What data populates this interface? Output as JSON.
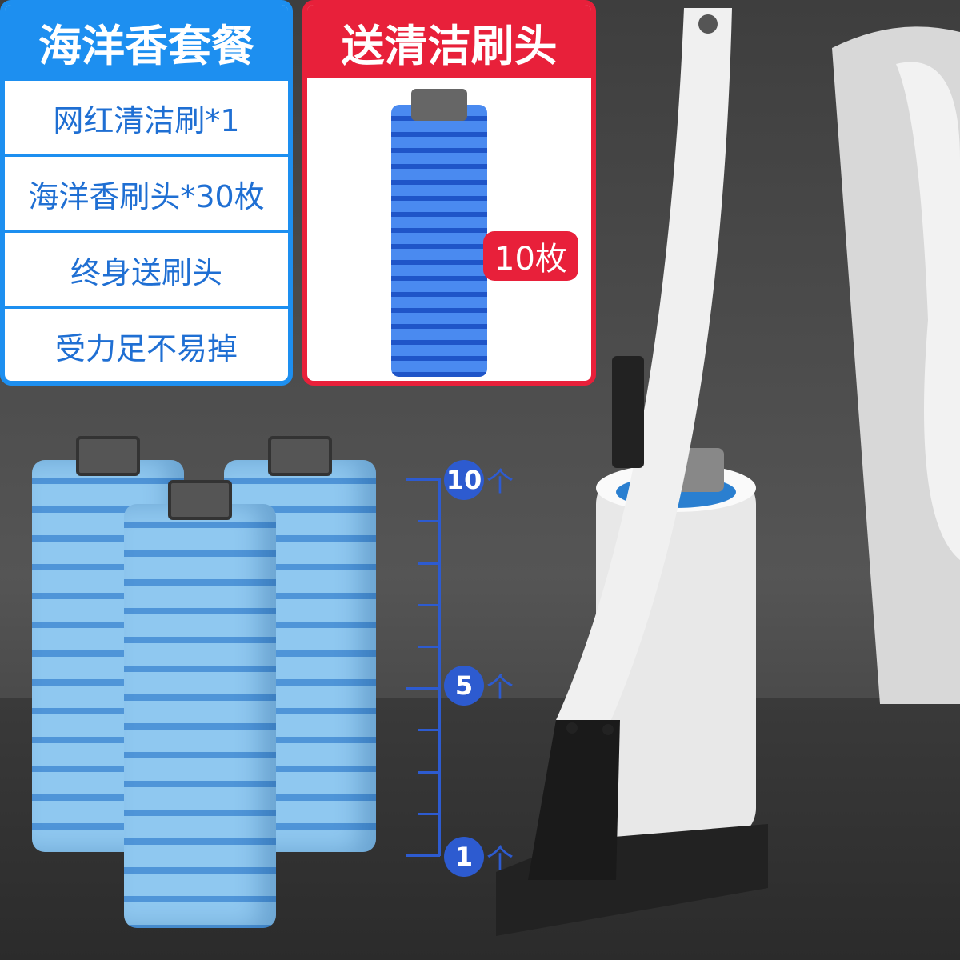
{
  "left_panel": {
    "title": "海洋香套餐",
    "rows": [
      "网红清洁刷*1",
      "海洋香刷头*30枚",
      "终身送刷头",
      "受力足不易掉"
    ]
  },
  "right_panel": {
    "title": "送清洁刷头",
    "badge": "10枚"
  },
  "scale": {
    "labels": [
      "10",
      "5",
      "1"
    ],
    "unit": "个"
  },
  "colors": {
    "blue": "#1d8ff0",
    "red": "#e8203a",
    "scale": "#2d5bd0"
  }
}
